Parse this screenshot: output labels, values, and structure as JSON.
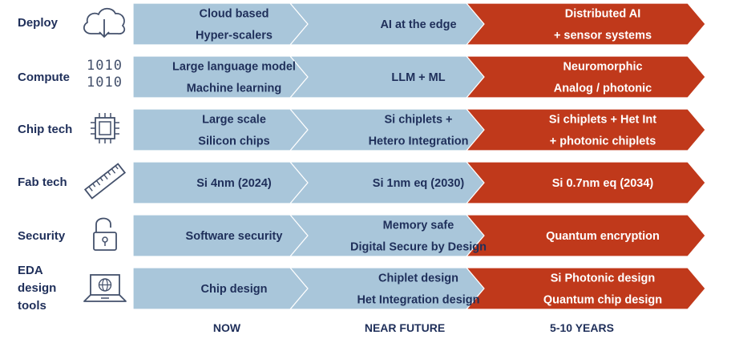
{
  "colors": {
    "now": "#a9c6da",
    "near": "#a9c6da",
    "far": "#c0391b",
    "text_dark": "#1f2f5a",
    "text_light": "#ffffff",
    "icon_stroke": "#44516c"
  },
  "columns": [
    {
      "label": "NOW"
    },
    {
      "label": "NEAR FUTURE"
    },
    {
      "label": "5-10 YEARS"
    }
  ],
  "rows": [
    {
      "label": "Deploy",
      "icon": "cloud-download-icon",
      "now": [
        "Cloud based",
        "Hyper-scalers"
      ],
      "near": [
        "AI at the edge"
      ],
      "far": [
        "Distributed AI",
        "+ sensor systems"
      ]
    },
    {
      "label": "Compute",
      "icon": "binary-digits-icon",
      "icon_text": [
        "1010",
        "1010"
      ],
      "now": [
        "Large language model",
        "Machine learning"
      ],
      "near": [
        "LLM + ML"
      ],
      "far": [
        "Neuromorphic",
        "Analog / photonic"
      ]
    },
    {
      "label": "Chip tech",
      "icon": "chip-icon",
      "now": [
        "Large scale",
        "Silicon chips"
      ],
      "near": [
        "Si chiplets +",
        "Hetero Integration"
      ],
      "far": [
        "Si chiplets + Het Int",
        "+ photonic chiplets"
      ]
    },
    {
      "label": "Fab tech",
      "icon": "ruler-icon",
      "now": [
        "Si 4nm (2024)"
      ],
      "near": [
        "Si 1nm eq (2030)"
      ],
      "far": [
        "Si 0.7nm eq (2034)"
      ]
    },
    {
      "label": "Security",
      "icon": "open-padlock-icon",
      "now": [
        "Software security"
      ],
      "near": [
        "Memory safe",
        "Digital Secure by Design"
      ],
      "far": [
        "Quantum encryption"
      ]
    },
    {
      "label": "EDA design tools",
      "label_lines": [
        "EDA",
        "design",
        "tools"
      ],
      "icon": "laptop-globe-icon",
      "now": [
        "Chip design"
      ],
      "near": [
        "Chiplet  design",
        "Het Integration design"
      ],
      "far": [
        "Si Photonic design",
        "Quantum chip design"
      ]
    }
  ]
}
